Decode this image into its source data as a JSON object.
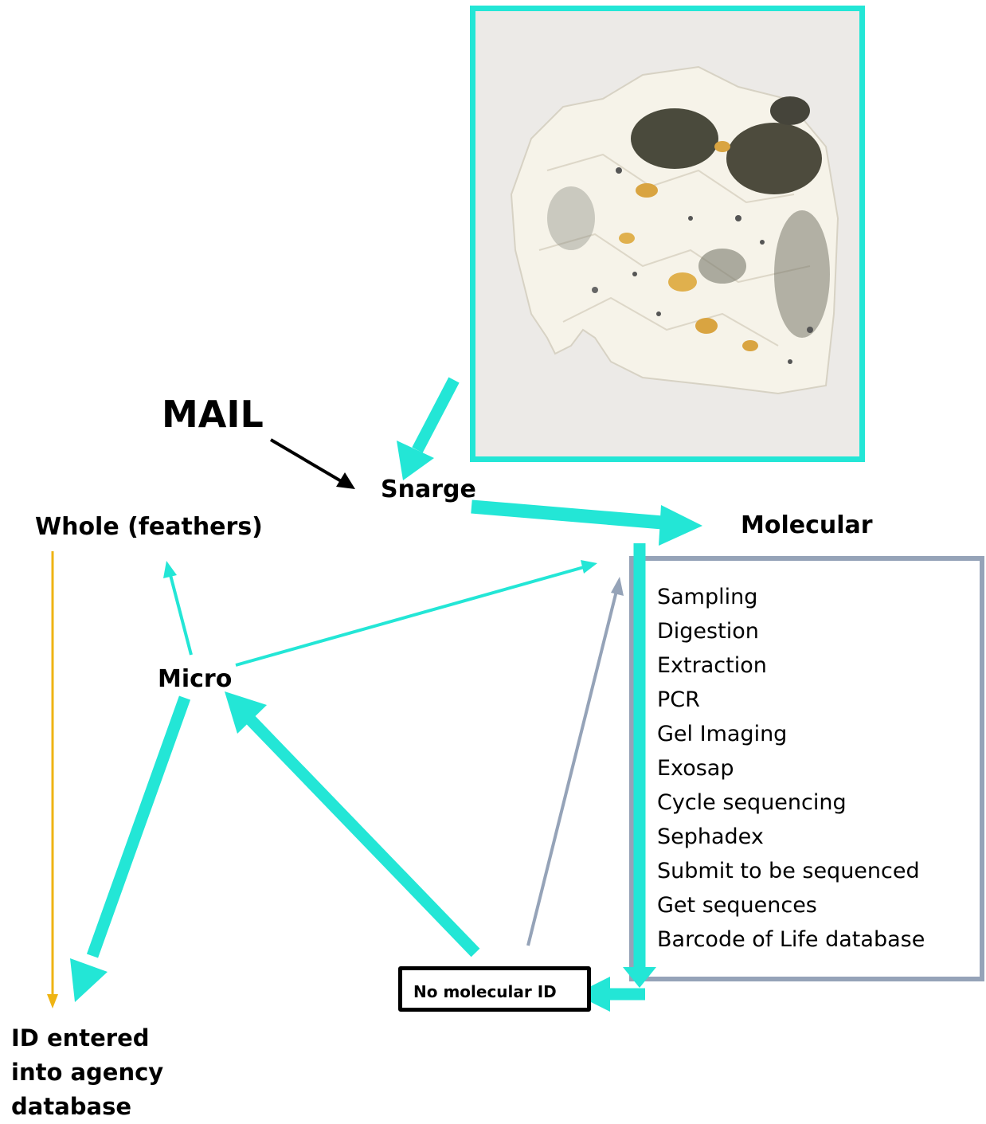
{
  "nodes": {
    "mail": "MAIL",
    "snarge": "Snarge",
    "whole": "Whole (feathers)",
    "molecular": "Molecular",
    "micro": "Micro",
    "id_entered": "ID entered into agency database",
    "no_molecular_id": "No molecular ID"
  },
  "molecular_steps": [
    "Sampling",
    "Digestion",
    "Extraction",
    "PCR",
    "Gel Imaging",
    "Exosap",
    "Cycle sequencing",
    "Sephadex",
    "Submit to be sequenced",
    "Get sequences",
    "Barcode of Life database"
  ],
  "colors": {
    "primary_arrow": "#23e6d6",
    "mail_arrow": "#000000",
    "whole_arrow": "#efb413",
    "retry_arrow": "#95a3b8",
    "steps_border": "#95a3b8"
  }
}
